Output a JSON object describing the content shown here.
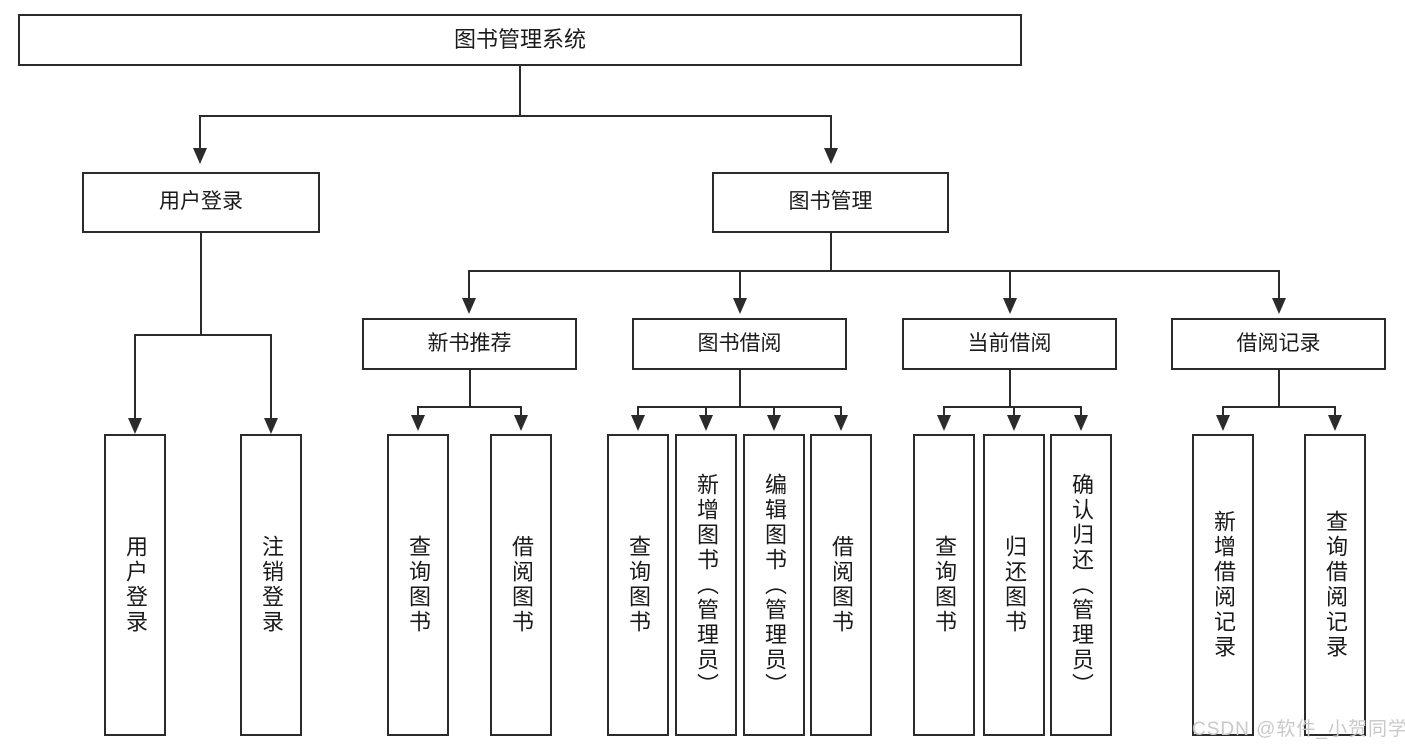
{
  "diagram": {
    "title": "图书管理系统",
    "type": "tree-hierarchy-diagram",
    "colors": {
      "stroke": "#2b2b2b",
      "background": "#ffffff",
      "text": "#1a1a1a",
      "watermark": "#c9c9c9"
    },
    "levels": {
      "root": {
        "label": "图书管理系统"
      },
      "level2": [
        {
          "label": "用户登录"
        },
        {
          "label": "图书管理"
        }
      ],
      "level3": [
        {
          "label": "新书推荐"
        },
        {
          "label": "图书借阅"
        },
        {
          "label": "当前借阅"
        },
        {
          "label": "借阅记录"
        }
      ],
      "leaves": {
        "user_login": [
          {
            "label": "用户登录"
          },
          {
            "label": "注销登录"
          }
        ],
        "new_book_recommend": [
          {
            "label": "查询图书"
          },
          {
            "label": "借阅图书"
          }
        ],
        "book_borrow": [
          {
            "label": "查询图书"
          },
          {
            "label": "新增图书（管理员）"
          },
          {
            "label": "编辑图书（管理员）"
          },
          {
            "label": "借阅图书"
          }
        ],
        "current_borrow": [
          {
            "label": "查询图书"
          },
          {
            "label": "归还图书"
          },
          {
            "label": "确认归还（管理员）"
          }
        ],
        "borrow_record": [
          {
            "label": "新增借阅记录"
          },
          {
            "label": "查询借阅记录"
          }
        ]
      }
    },
    "watermark": "CSDN @软件_小贺同学"
  }
}
